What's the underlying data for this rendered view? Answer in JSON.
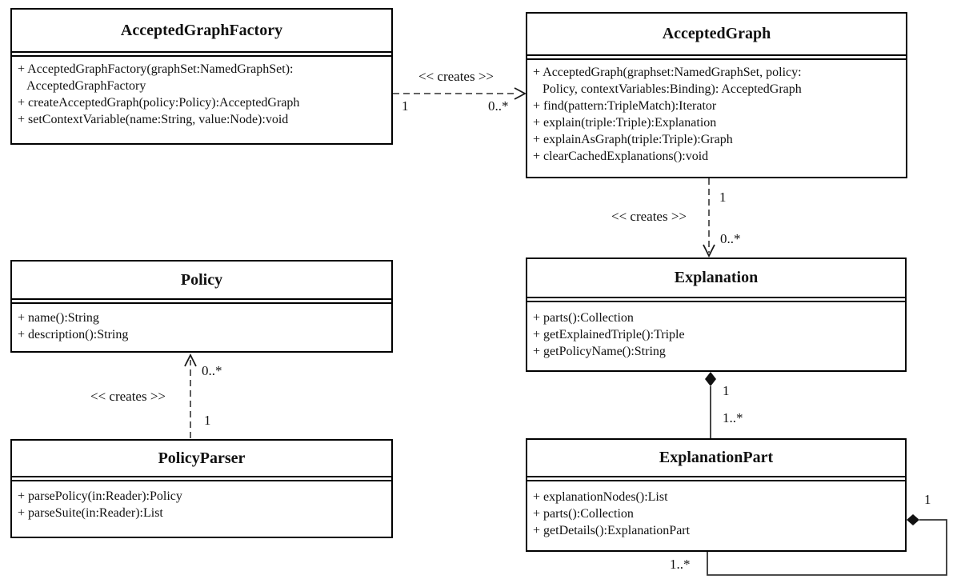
{
  "classes": {
    "accepted_graph_factory": {
      "name": "AcceptedGraphFactory",
      "methods": [
        "+ AcceptedGraphFactory(graphSet:NamedGraphSet):",
        "   AcceptedGraphFactory",
        "+ createAcceptedGraph(policy:Policy):AcceptedGraph",
        "+ setContextVariable(name:String, value:Node):void"
      ]
    },
    "accepted_graph": {
      "name": "AcceptedGraph",
      "methods": [
        "+ AcceptedGraph(graphset:NamedGraphSet, policy:",
        "   Policy, contextVariables:Binding): AcceptedGraph",
        "+ find(pattern:TripleMatch):Iterator",
        "+ explain(triple:Triple):Explanation",
        "+ explainAsGraph(triple:Triple):Graph",
        "+ clearCachedExplanations():void"
      ]
    },
    "policy": {
      "name": "Policy",
      "methods": [
        "+ name():String",
        "+ description():String"
      ]
    },
    "explanation": {
      "name": "Explanation",
      "methods": [
        "+ parts():Collection",
        "+ getExplainedTriple():Triple",
        "+ getPolicyName():String"
      ]
    },
    "policy_parser": {
      "name": "PolicyParser",
      "methods": [
        "+ parsePolicy(in:Reader):Policy",
        "+ parseSuite(in:Reader):List"
      ]
    },
    "explanation_part": {
      "name": "ExplanationPart",
      "methods": [
        "+ explanationNodes():List",
        "+ parts():Collection",
        "+ getDetails():ExplanationPart"
      ]
    }
  },
  "relations": {
    "factory_creates_graph": {
      "stereotype": "<< creates >>",
      "source_multiplicity": "1",
      "target_multiplicity": "0..*"
    },
    "graph_creates_explanation": {
      "stereotype": "<< creates >>",
      "source_multiplicity": "1",
      "target_multiplicity": "0..*"
    },
    "parser_creates_policy": {
      "stereotype": "<< creates >>",
      "source_multiplicity": "1",
      "target_multiplicity": "0..*"
    },
    "explanation_composition": {
      "whole_multiplicity": "1",
      "part_multiplicity": "1..*"
    },
    "part_self_composition": {
      "whole_multiplicity": "1",
      "part_multiplicity": "1..*"
    }
  }
}
